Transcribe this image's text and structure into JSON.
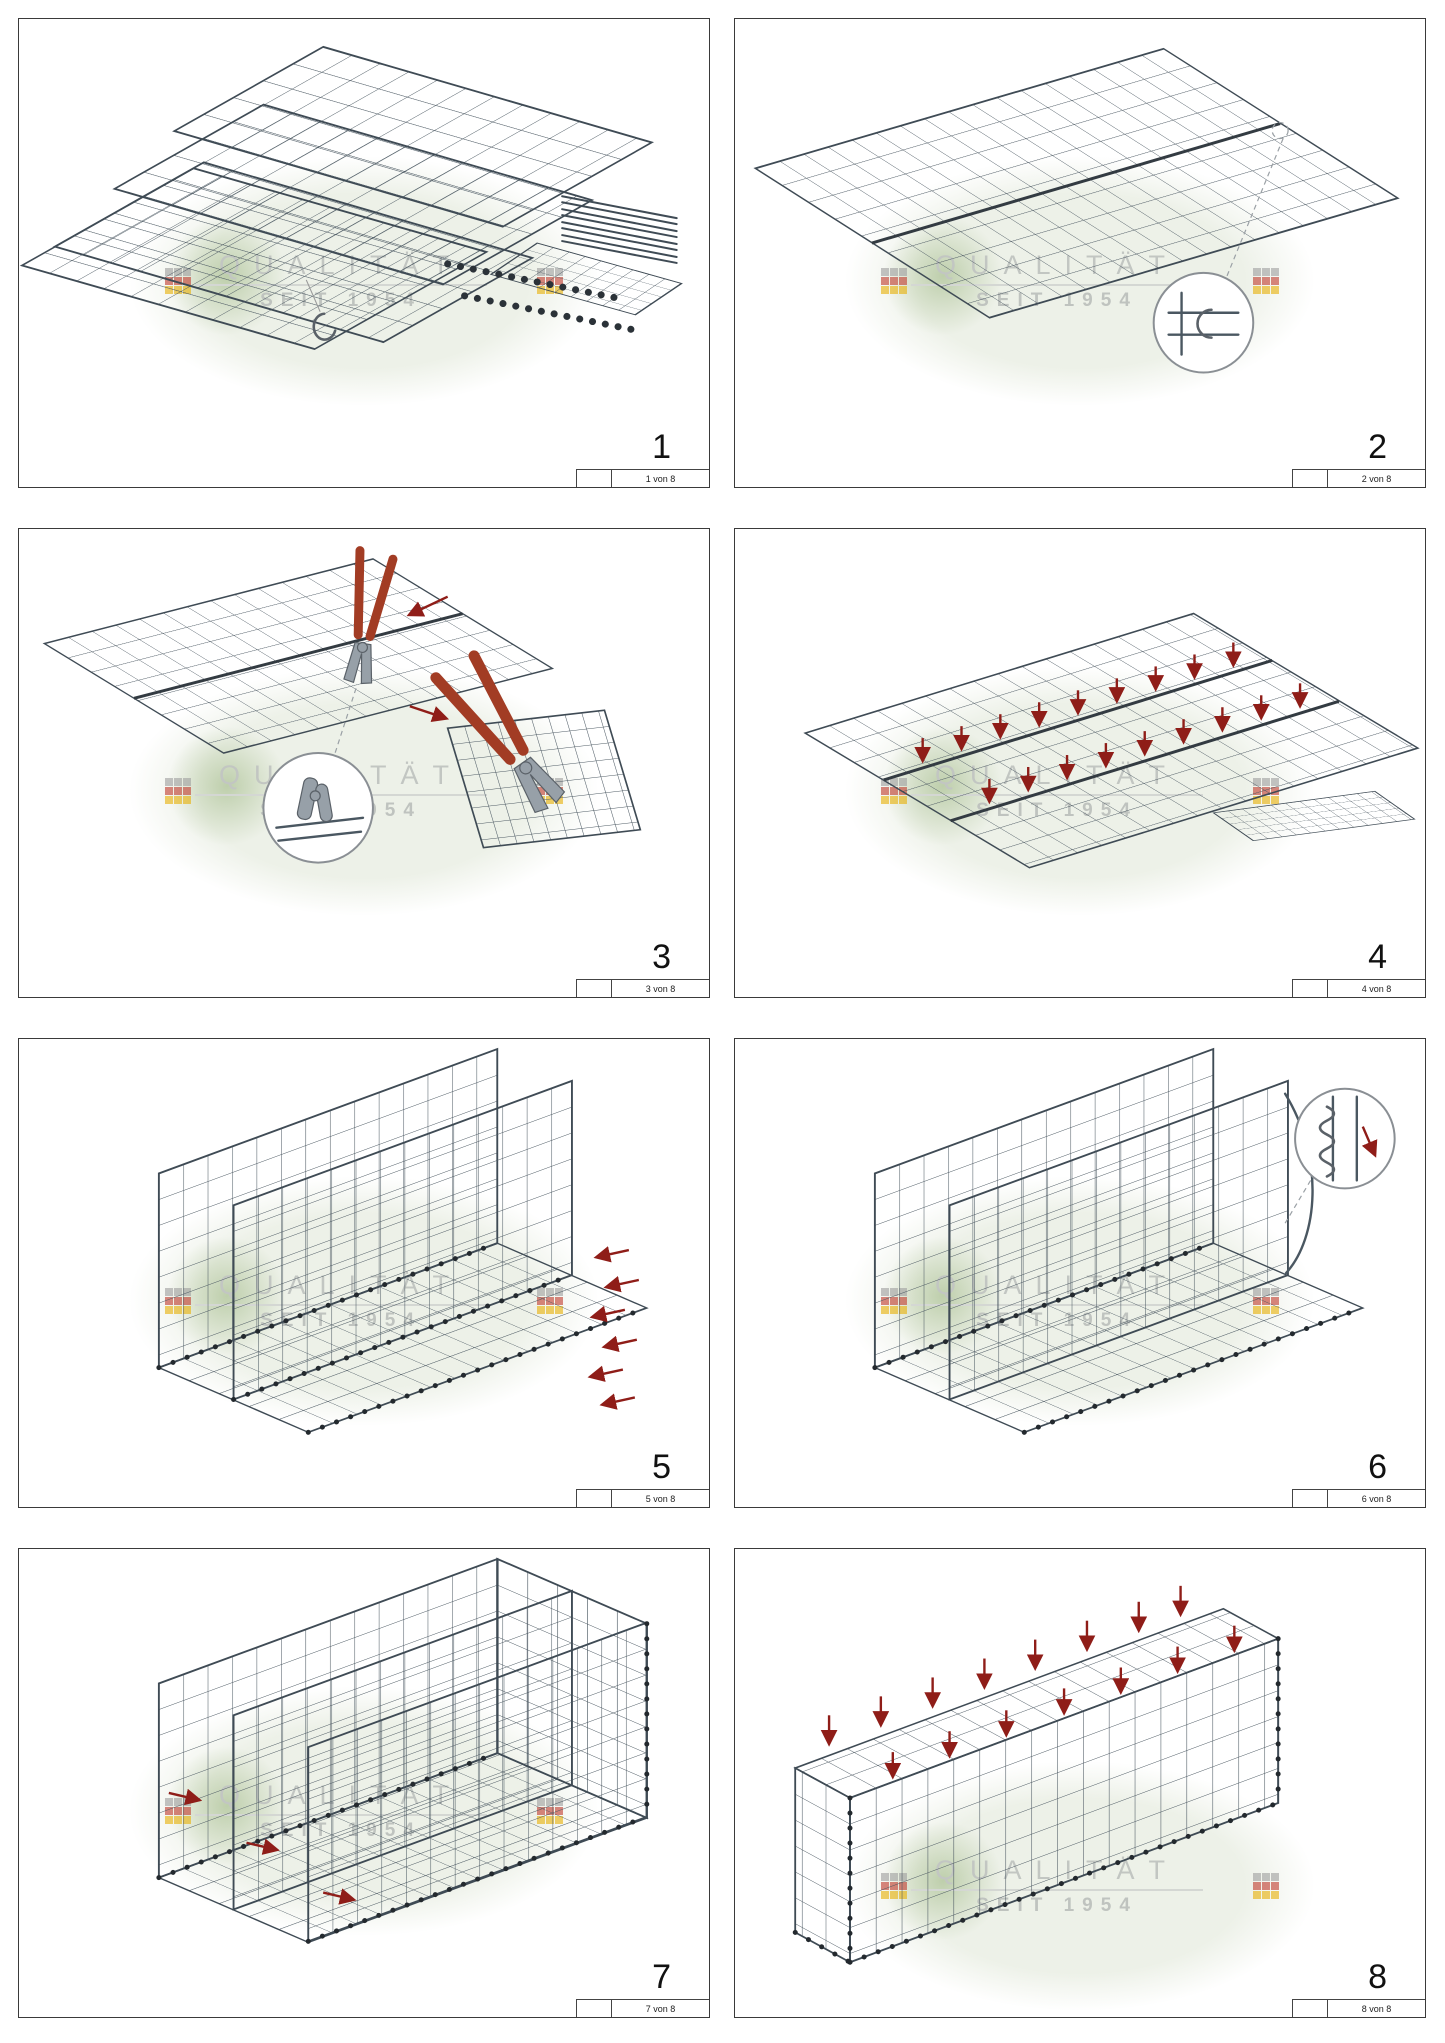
{
  "watermark": {
    "line1": "QUALITÄT",
    "line2": "SEIT 1954"
  },
  "colors": {
    "wire": "#3f4b55",
    "seam": "#333b42",
    "arrow_red": "#8f1d18",
    "plier_handle": "#a23c24",
    "watermark_text": "#c2c6c2",
    "logo_red": "#c0392b",
    "logo_yellow": "#e8b004"
  },
  "panels": [
    {
      "number": "1",
      "sheet": "1 von 8"
    },
    {
      "number": "2",
      "sheet": "2 von 8"
    },
    {
      "number": "3",
      "sheet": "3 von 8"
    },
    {
      "number": "4",
      "sheet": "4 von 8"
    },
    {
      "number": "5",
      "sheet": "5 von 8"
    },
    {
      "number": "6",
      "sheet": "6 von 8"
    },
    {
      "number": "7",
      "sheet": "7 von 8"
    },
    {
      "number": "8",
      "sheet": "8 von 8"
    }
  ]
}
